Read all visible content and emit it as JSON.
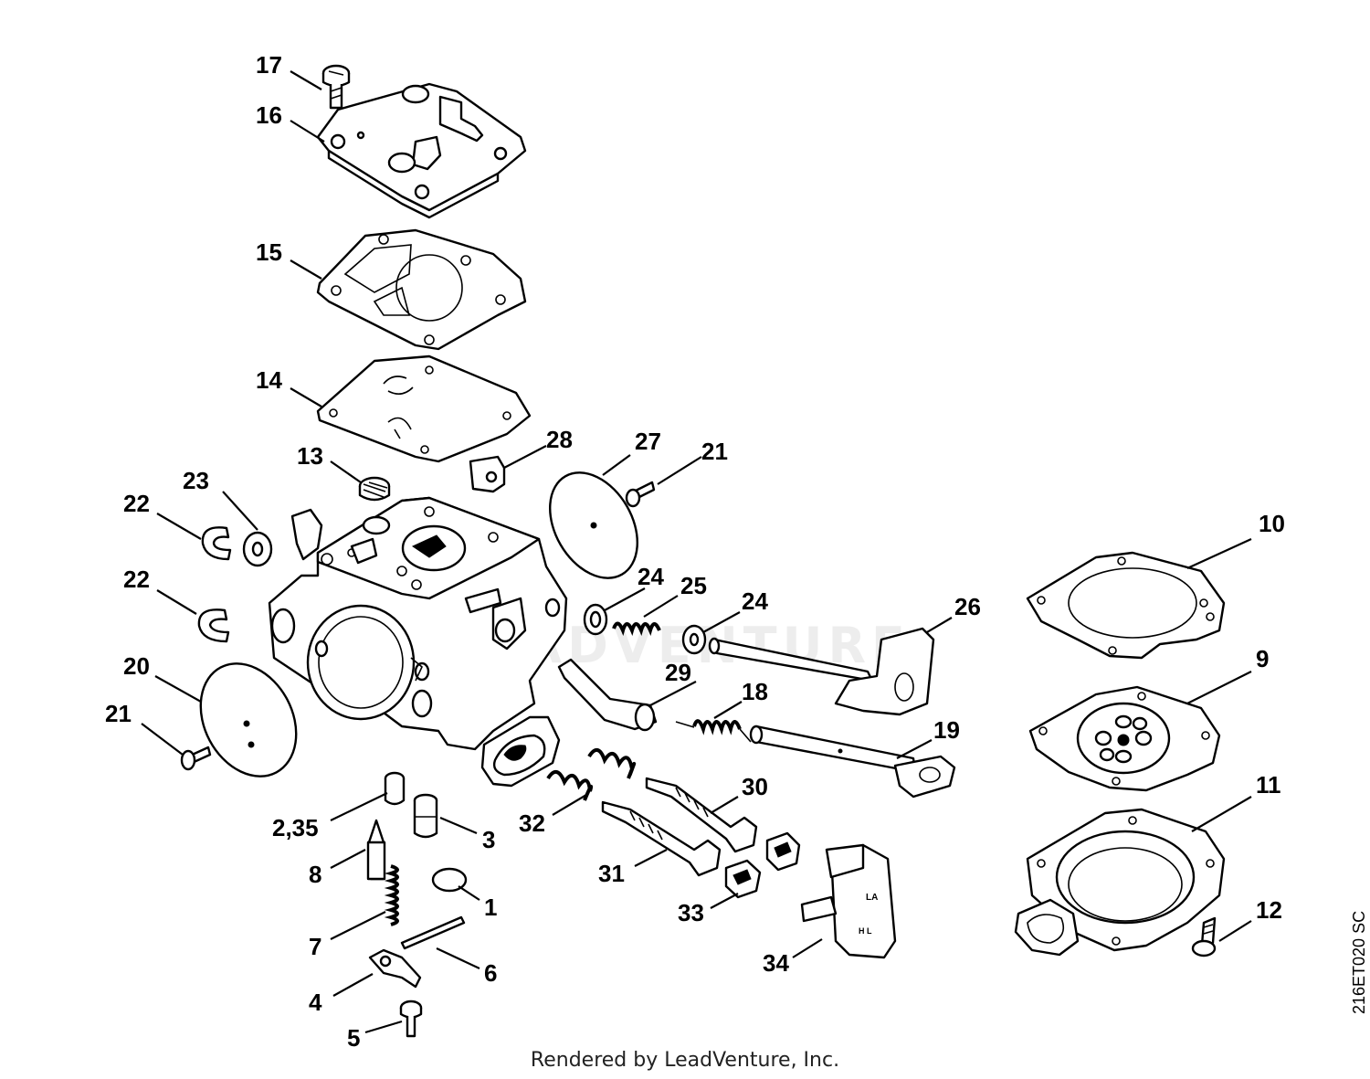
{
  "labels": {
    "p1": "1",
    "p2": "2,35",
    "p3": "3",
    "p4": "4",
    "p5": "5",
    "p6": "6",
    "p7": "7",
    "p8": "8",
    "p9": "9",
    "p10": "10",
    "p11": "11",
    "p12": "12",
    "p13": "13",
    "p14": "14",
    "p15": "15",
    "p16": "16",
    "p17": "17",
    "p18": "18",
    "p19": "19",
    "p20": "20",
    "p21a": "21",
    "p21b": "21",
    "p22a": "22",
    "p22b": "22",
    "p23": "23",
    "p24a": "24",
    "p24b": "24",
    "p25": "25",
    "p26": "26",
    "p27": "27",
    "p28": "28",
    "p29": "29",
    "p30": "30",
    "p31": "31",
    "p32": "32",
    "p33": "33",
    "p34": "34"
  },
  "lever_marks": {
    "upper": "LA",
    "lower": "H L"
  },
  "footer": "Rendered by LeadVenture, Inc.",
  "drawing_code": "216ET020 SC",
  "watermark": "LEADVENTURE"
}
